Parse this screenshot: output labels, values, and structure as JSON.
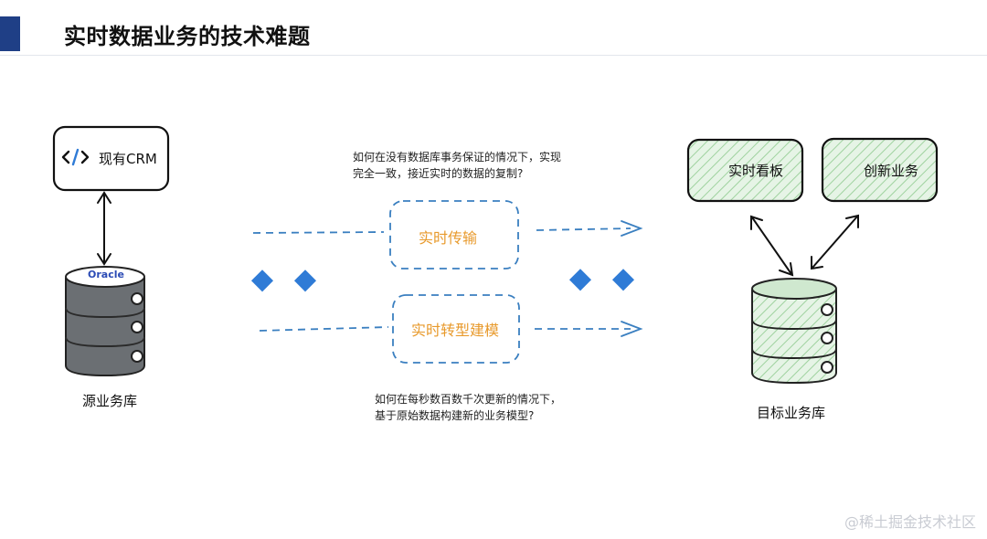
{
  "page": {
    "title": "实时数据业务的技术难题",
    "watermark": "@稀土掘金技术社区"
  },
  "source": {
    "crm_label": "现有CRM",
    "crm_icon": "code-icon",
    "db_brand": "Oracle",
    "db_label": "源业务库"
  },
  "pipeline": {
    "question_top": "如何在没有数据库事务保证的情况下，实现\n完全一致，接近实时的数据的复制?",
    "stage_1": "实时传输",
    "stage_2": "实时转型建模",
    "question_bottom": "如何在每秒数百数千次更新的情况下，\n基于原始数据构建新的业务模型?"
  },
  "target": {
    "app_1": "实时看板",
    "app_2": "创新业务",
    "db_label": "目标业务库"
  },
  "colors": {
    "title_accent": "#1f3f86",
    "stage_text": "#e89a2c",
    "dashed_line": "#3a7fc0",
    "diamond": "#2f7bd6",
    "target_fill": "#cfe8cf",
    "source_db": "#6b6f73"
  }
}
